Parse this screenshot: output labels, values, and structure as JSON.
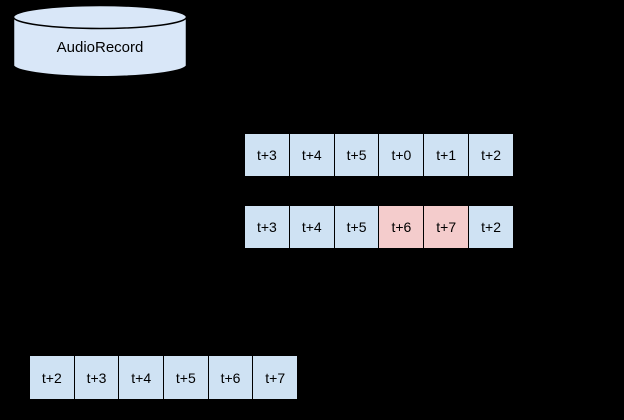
{
  "canvas": {
    "background": "#000000"
  },
  "colors": {
    "cylinder_fill": "#d9e7f8",
    "cell_blue": "#cfe2f3",
    "cell_pink": "#f4cccc",
    "stroke": "#000000",
    "text": "#000000"
  },
  "cylinder": {
    "label": "AudioRecord"
  },
  "rows": [
    {
      "cells": [
        {
          "label": "t+3",
          "highlight": false
        },
        {
          "label": "t+4",
          "highlight": false
        },
        {
          "label": "t+5",
          "highlight": false
        },
        {
          "label": "t+0",
          "highlight": false
        },
        {
          "label": "t+1",
          "highlight": false
        },
        {
          "label": "t+2",
          "highlight": false
        }
      ]
    },
    {
      "cells": [
        {
          "label": "t+3",
          "highlight": false
        },
        {
          "label": "t+4",
          "highlight": false
        },
        {
          "label": "t+5",
          "highlight": false
        },
        {
          "label": "t+6",
          "highlight": true
        },
        {
          "label": "t+7",
          "highlight": true
        },
        {
          "label": "t+2",
          "highlight": false
        }
      ]
    },
    {
      "cells": [
        {
          "label": "t+2",
          "highlight": false
        },
        {
          "label": "t+3",
          "highlight": false
        },
        {
          "label": "t+4",
          "highlight": false
        },
        {
          "label": "t+5",
          "highlight": false
        },
        {
          "label": "t+6",
          "highlight": false
        },
        {
          "label": "t+7",
          "highlight": false
        }
      ]
    }
  ]
}
